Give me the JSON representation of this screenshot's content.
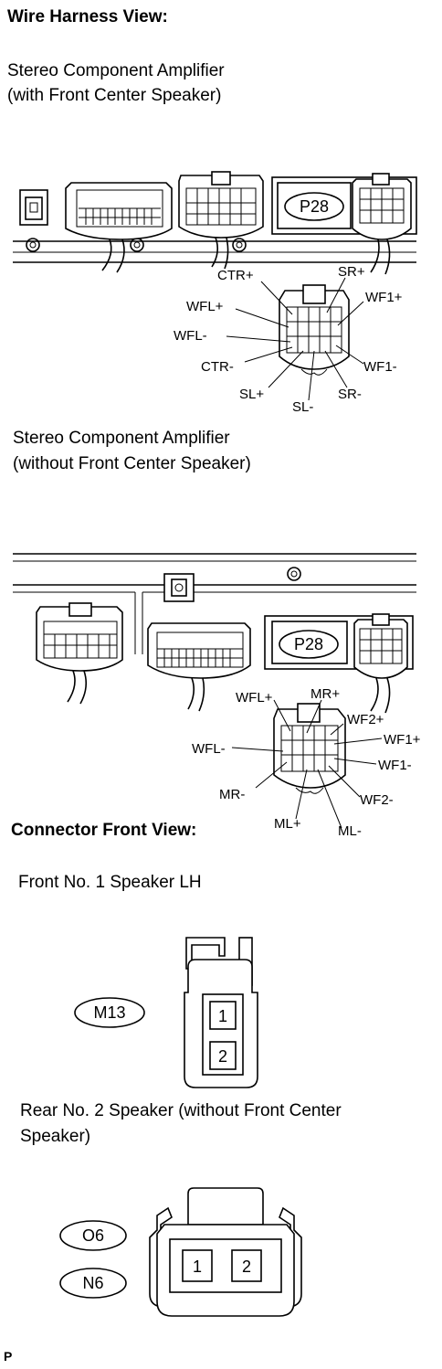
{
  "headings": {
    "wire_harness_view": "Wire Harness View:",
    "connector_front_view": "Connector Front View:"
  },
  "amp_with_center": {
    "title_line1": "Stereo Component Amplifier",
    "title_line2": "(with Front Center Speaker)",
    "connector_tag": "P28",
    "pins": {
      "ctr_plus": "CTR+",
      "sr_plus": "SR+",
      "wfl_plus": "WFL+",
      "wf1_plus": "WF1+",
      "wfl_minus": "WFL-",
      "ctr_minus": "CTR-",
      "wf1_minus": "WF1-",
      "sl_plus": "SL+",
      "sl_minus": "SL-",
      "sr_minus": "SR-"
    }
  },
  "amp_without_center": {
    "title_line1": "Stereo Component Amplifier",
    "title_line2": "(without Front Center Speaker)",
    "connector_tag": "P28",
    "pins": {
      "wfl_plus": "WFL+",
      "mr_plus": "MR+",
      "wf2_plus": "WF2+",
      "wf1_plus": "WF1+",
      "wfl_minus": "WFL-",
      "wf1_minus": "WF1-",
      "mr_minus": "MR-",
      "wf2_minus": "WF2-",
      "ml_plus": "ML+",
      "ml_minus": "ML-"
    }
  },
  "front_speaker": {
    "title": "Front No. 1 Speaker LH",
    "connector_tag": "M13",
    "pin1": "1",
    "pin2": "2"
  },
  "rear_speaker": {
    "title_line1": "Rear No. 2 Speaker (without Front Center",
    "title_line2": "Speaker)",
    "tag_a": "O6",
    "tag_b": "N6",
    "pin1": "1",
    "pin2": "2"
  },
  "footer": {
    "code": "P"
  }
}
